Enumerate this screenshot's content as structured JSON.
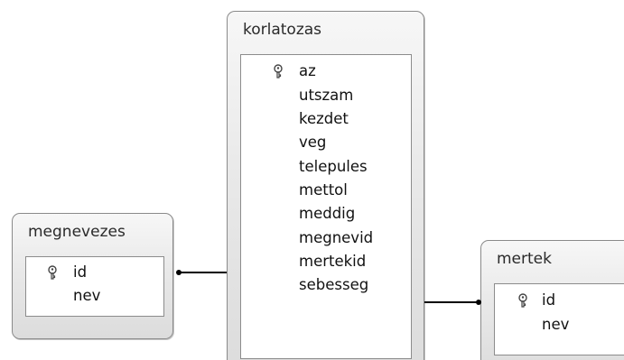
{
  "tables": {
    "korlatozas": {
      "title": "korlatozas",
      "fields": [
        {
          "name": "az",
          "key": "key-icon"
        },
        {
          "name": "utszam"
        },
        {
          "name": "kezdet"
        },
        {
          "name": "veg"
        },
        {
          "name": "telepules"
        },
        {
          "name": "mettol"
        },
        {
          "name": "meddig"
        },
        {
          "name": "megnevid"
        },
        {
          "name": "mertekid"
        },
        {
          "name": "sebesseg"
        }
      ]
    },
    "megnevezes": {
      "title": "megnevezes",
      "fields": [
        {
          "name": "id",
          "key": "key-icon"
        },
        {
          "name": "nev"
        }
      ]
    },
    "mertek": {
      "title": "mertek",
      "fields": [
        {
          "name": "id",
          "key": "key-icon"
        },
        {
          "name": "nev"
        }
      ]
    }
  },
  "colors": {
    "title_gradient_top": "#f7f7f7",
    "title_gradient_bottom": "#dcdcdc",
    "border": "#8a8a8a",
    "relationship_line": "#000000"
  }
}
